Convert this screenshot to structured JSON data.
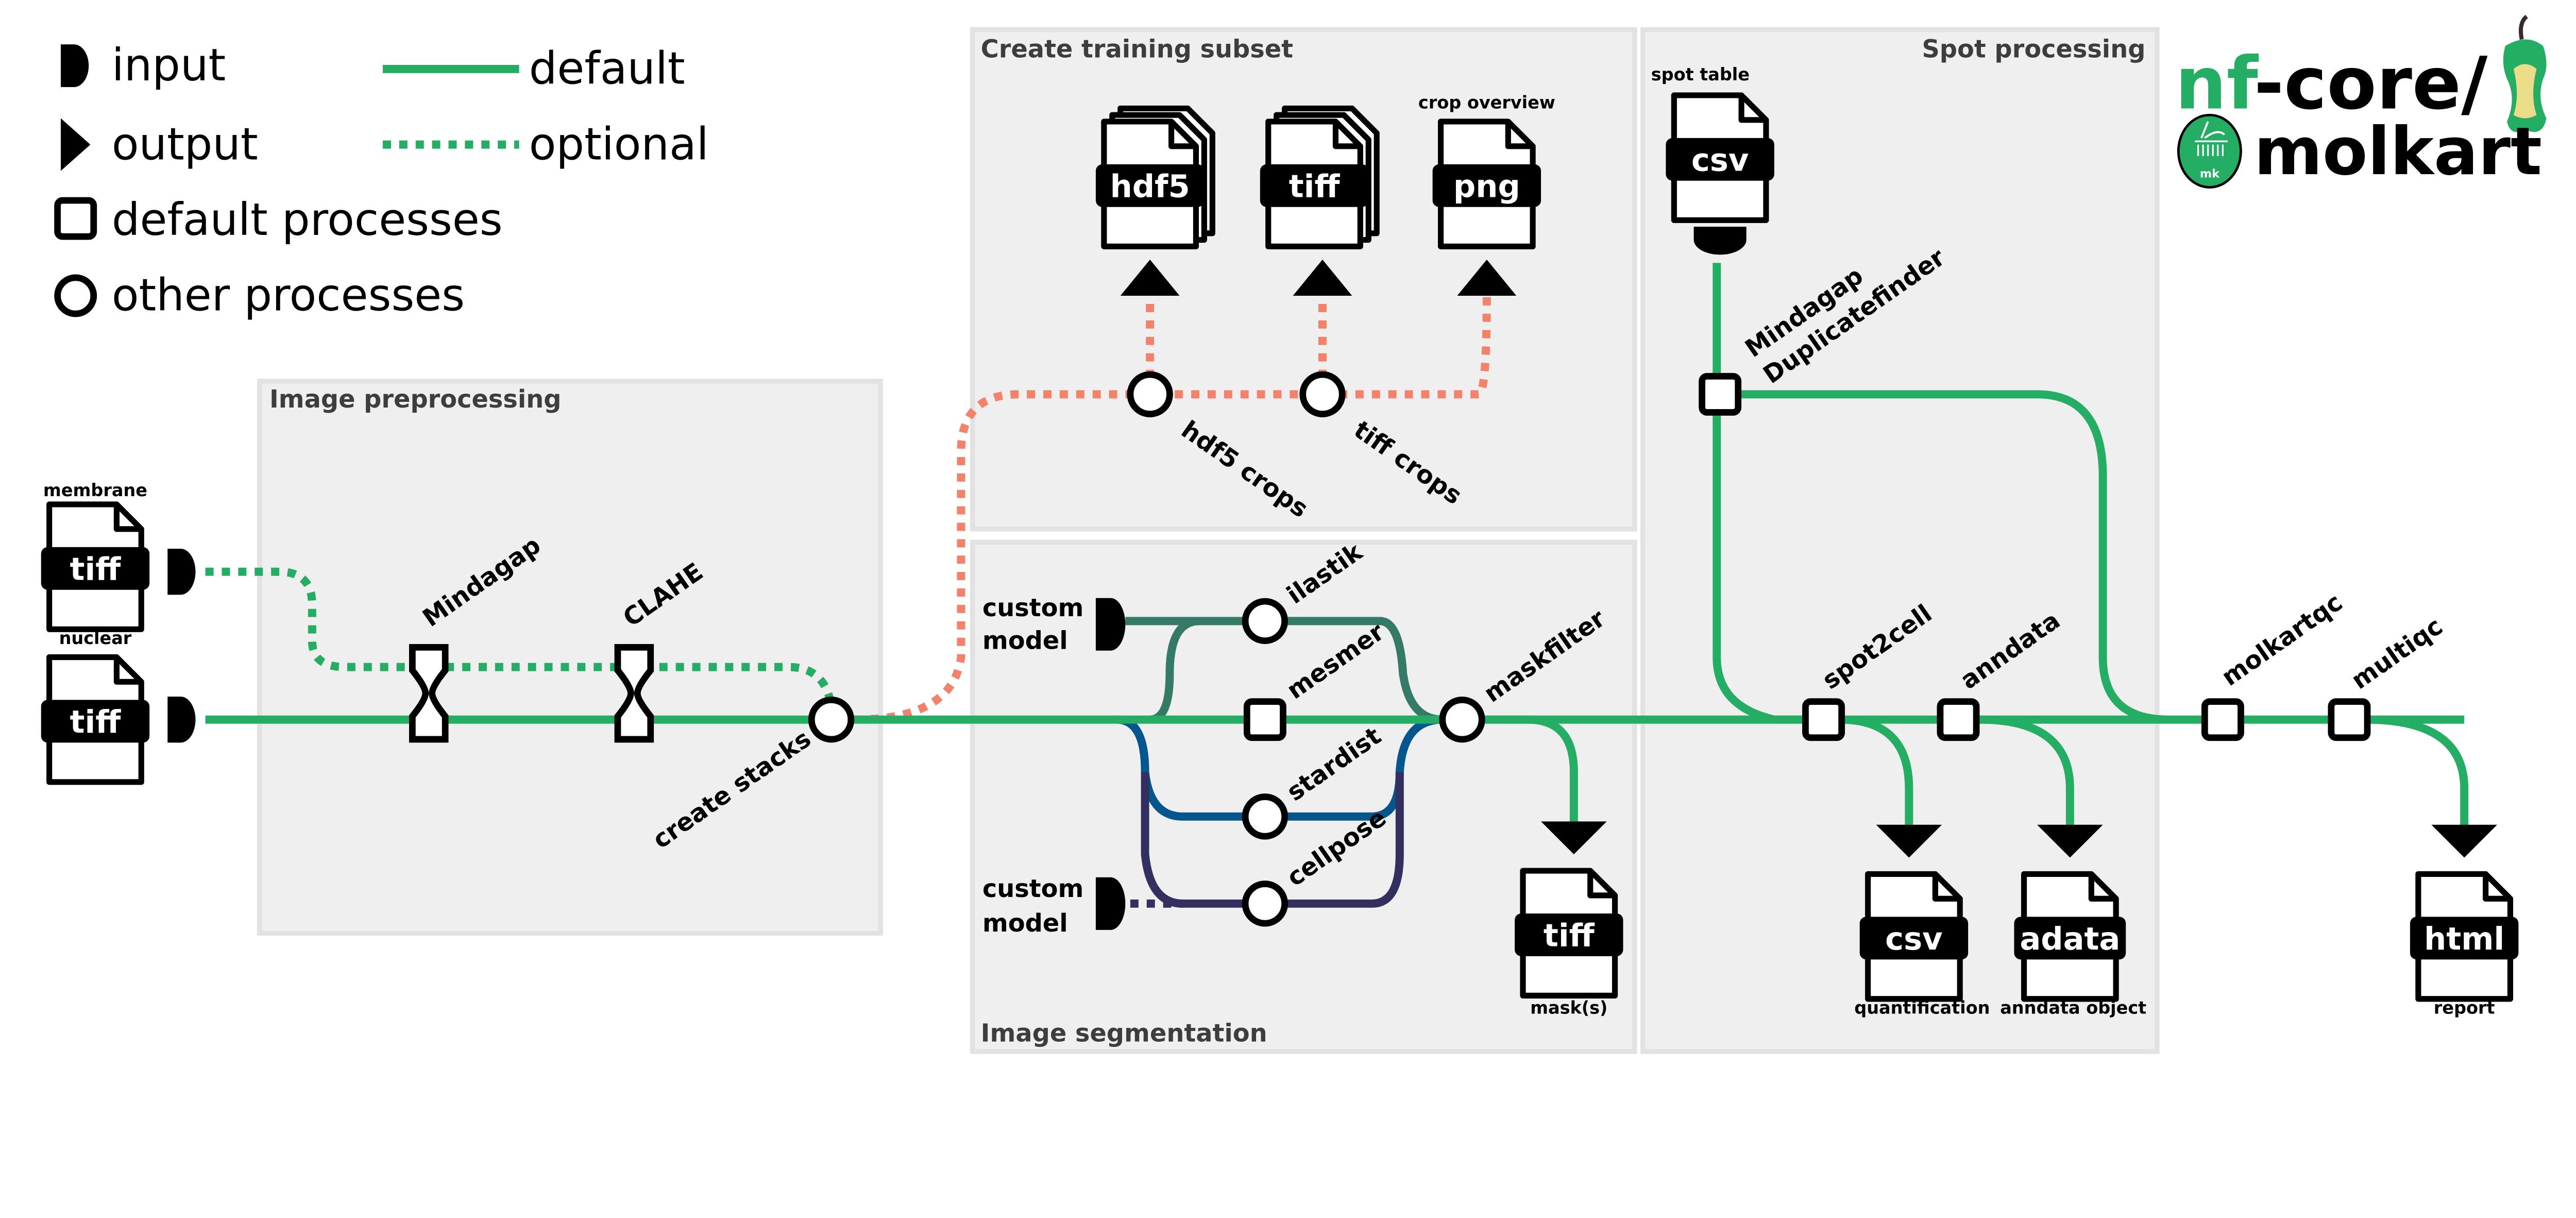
{
  "legend": {
    "input": "input",
    "output": "output",
    "default": "default",
    "optional": "optional",
    "default_processes": "default processes",
    "other_processes": "other processes"
  },
  "colors": {
    "default": "#24ae63",
    "optional_training": "#f4826b",
    "ilastik": "#357a67",
    "stardist": "#05558f",
    "cellpose": "#33305f",
    "panel": "#efefef"
  },
  "panels": {
    "preprocessing": "Image preprocessing",
    "training": "Create training subset",
    "segmentation": "Image segmentation",
    "spot": "Spot processing"
  },
  "inputs": {
    "membrane_label": "membrane",
    "membrane_type": "tiff",
    "nuclear_label": "nuclear",
    "nuclear_type": "tiff",
    "custom_model_1": [
      "custom",
      "model"
    ],
    "custom_model_2": [
      "custom",
      "model"
    ],
    "spot_table_label": "spot table",
    "spot_table_type": "csv"
  },
  "processes": {
    "mindagap": "Mindagap",
    "clahe": "CLAHE",
    "create_stacks": "create stacks",
    "hdf5_crops": "hdf5 crops",
    "tiff_crops": "tiff crops",
    "ilastik": "ilastik",
    "mesmer": "mesmer",
    "stardist": "stardist",
    "cellpose": "cellpose",
    "maskfilter": "maskfilter",
    "mindagap_dup": [
      "Mindagap",
      "Duplicatefinder"
    ],
    "spot2cell": "spot2cell",
    "anndata": "anndata",
    "molkartqc": "molkartqc",
    "multiqc": "multiqc"
  },
  "outputs": {
    "hdf5": "hdf5",
    "tiff_crops": "tiff",
    "png": "png",
    "png_label": "crop overview",
    "mask_type": "tiff",
    "mask_label": "mask(s)",
    "quant_type": "csv",
    "quant_label": "quantification",
    "adata_type": "adata",
    "adata_label": "anndata object",
    "report_type": "html",
    "report_label": "report"
  },
  "logo": {
    "nf": "nf",
    "core": "-core/",
    "name": "molkart",
    "badge": "mk"
  }
}
